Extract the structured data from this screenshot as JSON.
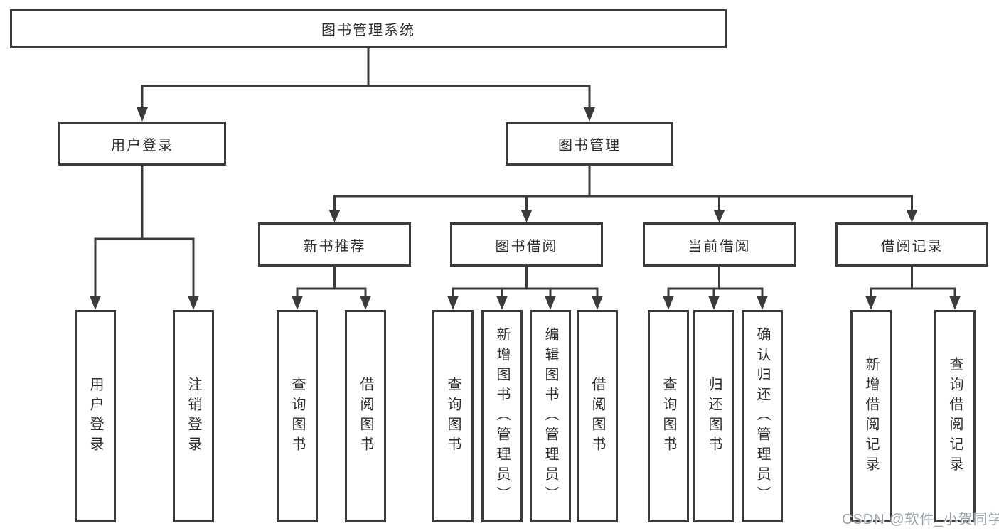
{
  "diagram": {
    "title": "图书管理系统",
    "root": {
      "label": "图书管理系统"
    },
    "level2": [
      {
        "label": "用户登录"
      },
      {
        "label": "图书管理"
      }
    ],
    "level3": [
      {
        "label": "新书推荐",
        "parent": "图书管理"
      },
      {
        "label": "图书借阅",
        "parent": "图书管理"
      },
      {
        "label": "当前借阅",
        "parent": "图书管理"
      },
      {
        "label": "借阅记录",
        "parent": "图书管理"
      }
    ],
    "leaves": [
      {
        "label": "用户登录",
        "parent": "用户登录"
      },
      {
        "label": "注销登录",
        "parent": "用户登录"
      },
      {
        "label": "查询图书",
        "parent": "新书推荐"
      },
      {
        "label": "借阅图书",
        "parent": "新书推荐"
      },
      {
        "label": "查询图书",
        "parent": "图书借阅"
      },
      {
        "label": "新增图书（管理员）",
        "parent": "图书借阅"
      },
      {
        "label": "编辑图书（管理员）",
        "parent": "图书借阅"
      },
      {
        "label": "借阅图书",
        "parent": "图书借阅"
      },
      {
        "label": "查询图书",
        "parent": "当前借阅"
      },
      {
        "label": "归还图书",
        "parent": "当前借阅"
      },
      {
        "label": "确认归还（管理员）",
        "parent": "当前借阅"
      },
      {
        "label": "新增借阅记录",
        "parent": "借阅记录"
      },
      {
        "label": "查询借阅记录",
        "parent": "借阅记录"
      }
    ]
  },
  "watermark": {
    "text": "CSDN @软件_小贺同学"
  },
  "colors": {
    "line": "#3b3b3b",
    "box_border": "#3b3b3b",
    "text": "#2f2f2f",
    "watermark": "#9aa2ab",
    "background": "#ffffff"
  }
}
